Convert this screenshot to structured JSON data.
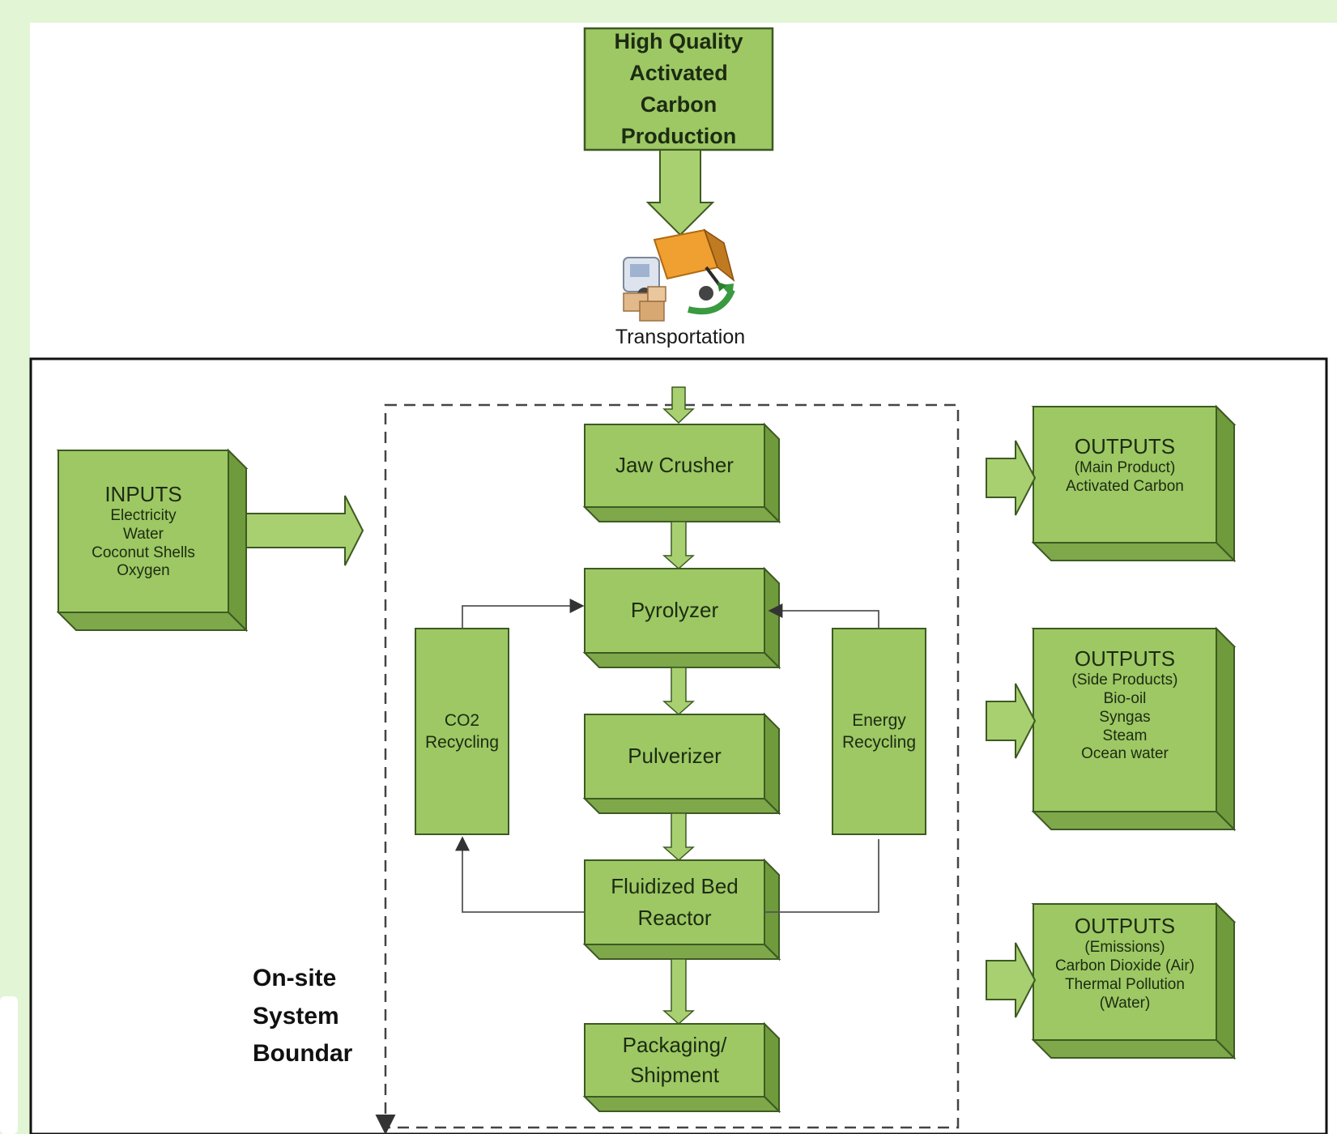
{
  "top_block": {
    "line1": "High Quality",
    "line2": "Activated",
    "line3": "Carbon",
    "line4": "Production"
  },
  "transportation": {
    "label": "Transportation",
    "icon": "delivery-truck-icon"
  },
  "inputs": {
    "title": "INPUTS",
    "items": [
      "Electricity",
      "Water",
      "Coconut Shells",
      "Oxygen"
    ]
  },
  "process": {
    "jaw_crusher": "Jaw Crusher",
    "pyrolyzer": "Pyrolyzer",
    "pulverizer": "Pulverizer",
    "fluidized_line1": "Fluidized Bed",
    "fluidized_line2": "Reactor",
    "packaging_line1": "Packaging/",
    "packaging_line2": "Shipment"
  },
  "recycling": {
    "co2_line1": "CO2",
    "co2_line2": "Recycling",
    "energy_line1": "Energy",
    "energy_line2": "Recycling"
  },
  "outputs_main": {
    "title": "OUTPUTS",
    "items": [
      "(Main Product)",
      "Activated Carbon"
    ]
  },
  "outputs_side": {
    "title": "OUTPUTS",
    "items": [
      "(Side Products)",
      "Bio-oil",
      "Syngas",
      "Steam",
      "Ocean water"
    ]
  },
  "outputs_emissions": {
    "title": "OUTPUTS",
    "items": [
      "(Emissions)",
      "Carbon Dioxide (Air)",
      "Thermal Pollution",
      "(Water)"
    ]
  },
  "boundary_label": {
    "line1": "On-site",
    "line2": "System",
    "line3": "Boundar"
  },
  "colors": {
    "page_bg": "#e2f5d4",
    "box_face": "#9dc864",
    "box_side": "#6f9b3c",
    "box_top": "#b9dc8a",
    "arrow_fill": "#a8d070",
    "stroke": "#3d5a22"
  }
}
